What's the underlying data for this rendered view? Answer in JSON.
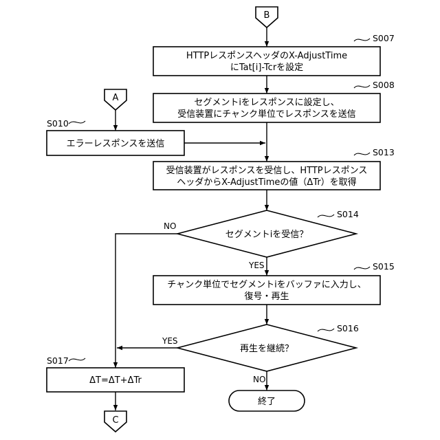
{
  "connectors": {
    "b": "B",
    "a": "A",
    "c": "C"
  },
  "steps": {
    "s007": {
      "label": "S007",
      "line1": "HTTPレスポンスヘッダのX-AdjustTime",
      "line2": "にTat[i]-Tcrを設定"
    },
    "s008": {
      "label": "S008",
      "line1": "セグメントiをレスポンスに設定し、",
      "line2": "受信装置にチャンク単位でレスポンスを送信"
    },
    "s010": {
      "label": "S010",
      "text": "エラーレスポンスを送信"
    },
    "s013": {
      "label": "S013",
      "line1": "受信装置がレスポンスを受信し、HTTPレスポンス",
      "line2": "ヘッダからX-AdjustTimeの値（ΔTr）を取得"
    },
    "s014": {
      "label": "S014",
      "text": "セグメントiを受信？",
      "yes": "YES",
      "no": "NO"
    },
    "s015": {
      "label": "S015",
      "line1": "チャンク単位でセグメントiをバッファに入力し、",
      "line2": "復号・再生"
    },
    "s016": {
      "label": "S016",
      "text": "再生を継続？",
      "yes": "YES",
      "no": "NO"
    },
    "s017": {
      "label": "S017",
      "text": "ΔT=ΔT+ΔTr"
    },
    "end": {
      "text": "終了"
    }
  }
}
